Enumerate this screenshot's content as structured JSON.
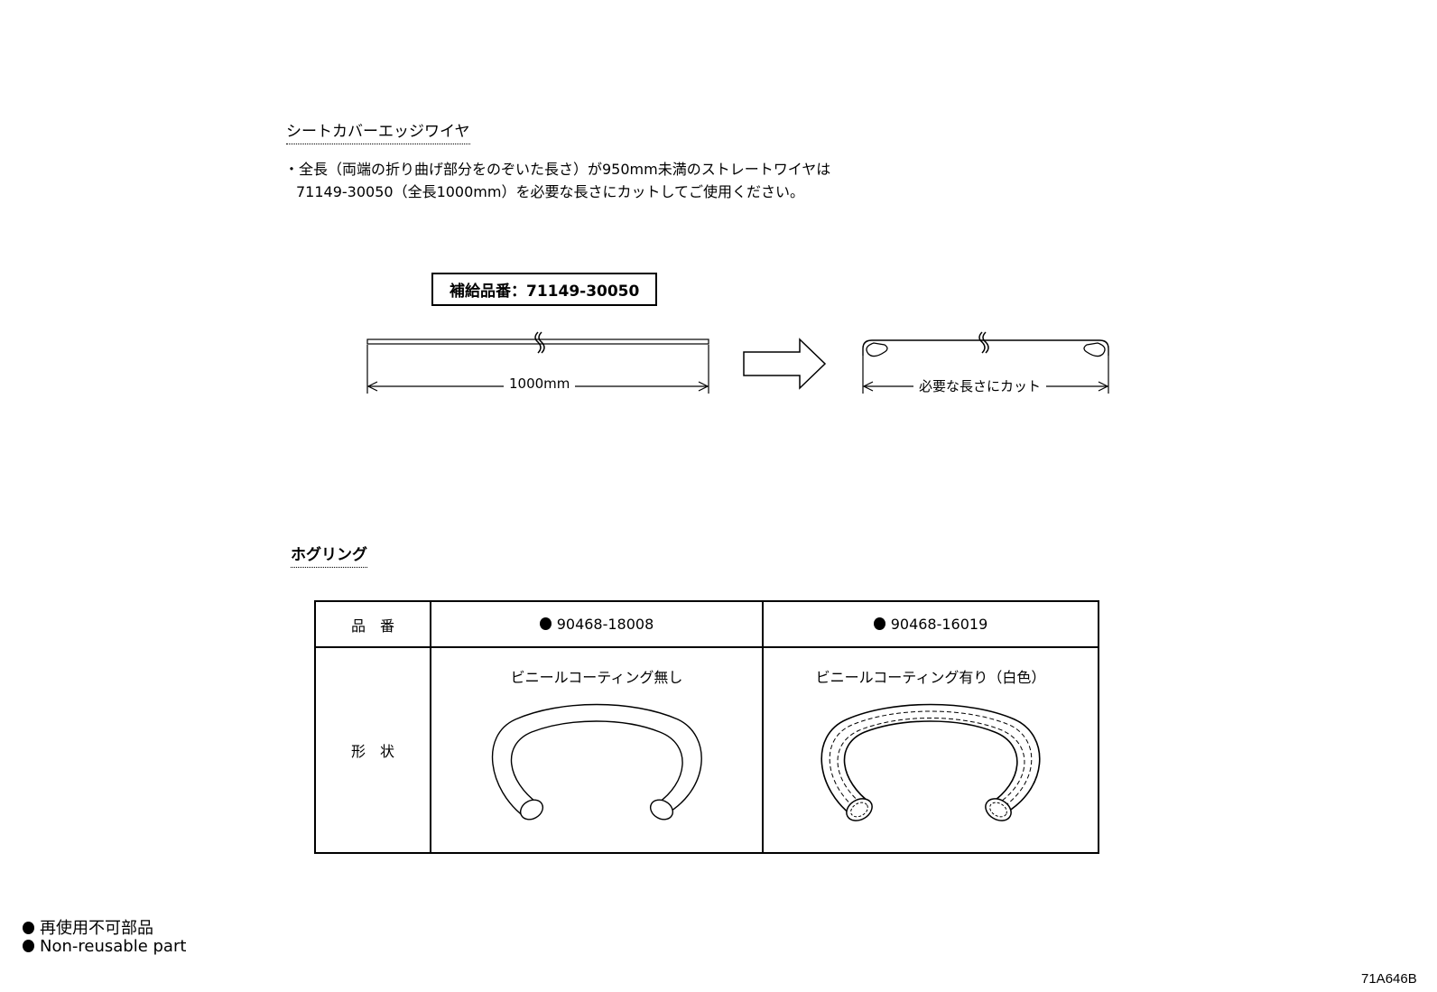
{
  "section1": {
    "heading": "シートカバーエッジワイヤ",
    "note_line1": "・全長（両端の折り曲げ部分をのぞいた長さ）が950mm未満のストレートワイヤは",
    "note_line2": "71149-30050（全長1000mm）を必要な長さにカットしてご使用ください。",
    "part_box": "補給品番：71149-30050",
    "dimension_label": "1000mm",
    "cut_label": "必要な長さにカット"
  },
  "section2": {
    "heading": "ホグリング",
    "table": {
      "row_header_part": "品　番",
      "row_header_shape": "形　状",
      "columns": [
        {
          "part_no": "90468-18008",
          "description": "ビニールコーティング無し",
          "non_reusable": true
        },
        {
          "part_no": "90468-16019",
          "description": "ビニールコーティング有り（白色）",
          "non_reusable": true
        }
      ]
    }
  },
  "legend": {
    "line1": "再使用不可部品",
    "line2": "Non-reusable part"
  },
  "figure_code": "71A646B"
}
